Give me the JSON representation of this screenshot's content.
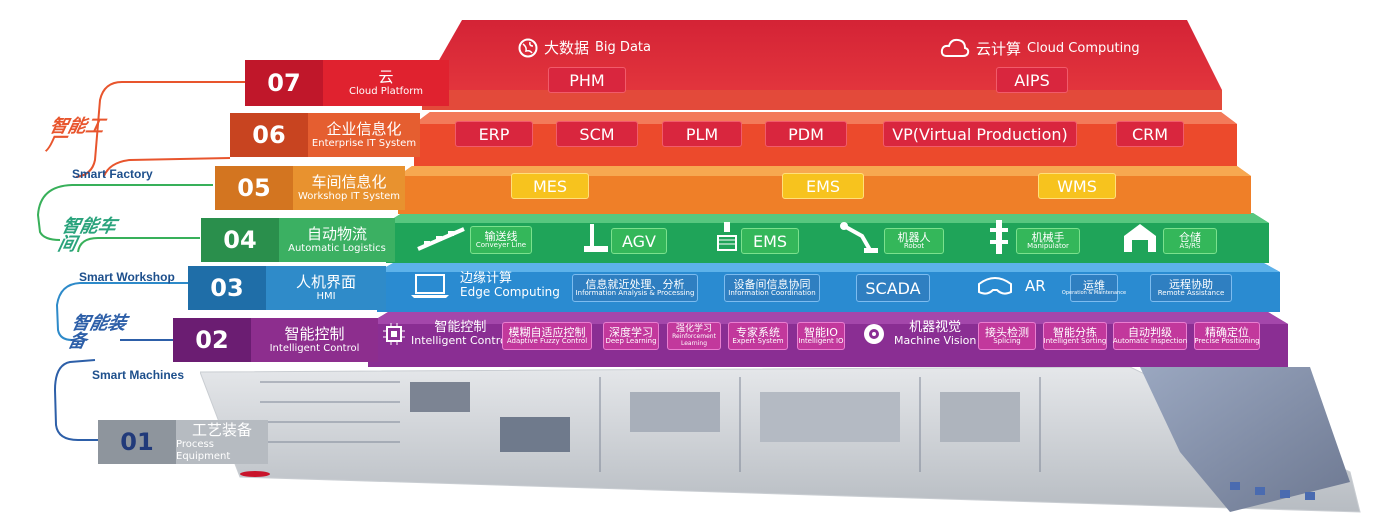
{
  "side_groups": [
    {
      "title_zh": "智能工厂",
      "caption": "Smart Factory"
    },
    {
      "title_zh": "智能车间",
      "caption": "Smart Workshop"
    },
    {
      "title_zh": "智能装备",
      "caption": "Smart Machines"
    }
  ],
  "tabs": [
    {
      "num": "07",
      "zh": "云",
      "en": "Cloud Platform",
      "color": "#e12d3c"
    },
    {
      "num": "06",
      "zh": "企业信息化",
      "en": "Enterprise IT System",
      "color": "#e85b2d"
    },
    {
      "num": "05",
      "zh": "车间信息化",
      "en": "Workshop IT System",
      "color": "#e78e2e"
    },
    {
      "num": "04",
      "zh": "自动物流",
      "en": "Automatic Logistics",
      "color": "#38b05a"
    },
    {
      "num": "03",
      "zh": "人机界面",
      "en": "HMI",
      "color": "#2d8ac9"
    },
    {
      "num": "02",
      "zh": "智能控制",
      "en": "Intelligent Control",
      "color": "#8b2a8d"
    },
    {
      "num": "01",
      "zh": "工艺装备",
      "en": "Process Equipment",
      "color": "#9aa0a6"
    }
  ],
  "layer7": {
    "bigdata_zh": "大数据",
    "bigdata_en": "Big Data",
    "cloud_zh": "云计算",
    "cloud_en": "Cloud Computing",
    "phm": "PHM",
    "aips": "AIPS"
  },
  "layer6": [
    "ERP",
    "SCM",
    "PLM",
    "PDM",
    "VP(Virtual Production)",
    "CRM"
  ],
  "layer5": [
    "MES",
    "EMS",
    "WMS"
  ],
  "layer4": [
    {
      "zh": "输送线",
      "en": "Conveyer Line"
    },
    {
      "label": "AGV"
    },
    {
      "label": "EMS"
    },
    {
      "zh": "机器人",
      "en": "Robot"
    },
    {
      "zh": "机械手",
      "en": "Manipulator"
    },
    {
      "zh": "仓储",
      "en": "AS/RS"
    }
  ],
  "layer3": {
    "edge_zh": "边缘计算",
    "edge_en": "Edge Computing",
    "info_zh": "信息就近处理、分析",
    "info_en": "Information Analysis & Processing",
    "coord_zh": "设备间信息协同",
    "coord_en": "Information Coordination",
    "scada": "SCADA",
    "ar": "AR",
    "ops_zh": "运维",
    "ops_en": "Operation & Maintenance",
    "remote_zh": "远程协助",
    "remote_en": "Remote Assistance"
  },
  "layer2": {
    "ic_zh": "智能控制",
    "ic_en": "Intelligent Control",
    "items": [
      {
        "zh": "模糊自适应控制",
        "en": "Adaptive Fuzzy Control"
      },
      {
        "zh": "深度学习",
        "en": "Deep Learning"
      },
      {
        "zh": "强化学习",
        "en": "Reinforcement Learning"
      },
      {
        "zh": "专家系统",
        "en": "Expert System"
      },
      {
        "zh": "智能IO",
        "en": "Intelligent IO"
      }
    ],
    "mv_zh": "机器视觉",
    "mv_en": "Machine Vision",
    "items2": [
      {
        "zh": "接头检测",
        "en": "Splicing"
      },
      {
        "zh": "智能分拣",
        "en": "Intelligent Sorting"
      },
      {
        "zh": "自动判级",
        "en": "Automatic Inspection"
      },
      {
        "zh": "精确定位",
        "en": "Precise Positioning"
      }
    ]
  }
}
